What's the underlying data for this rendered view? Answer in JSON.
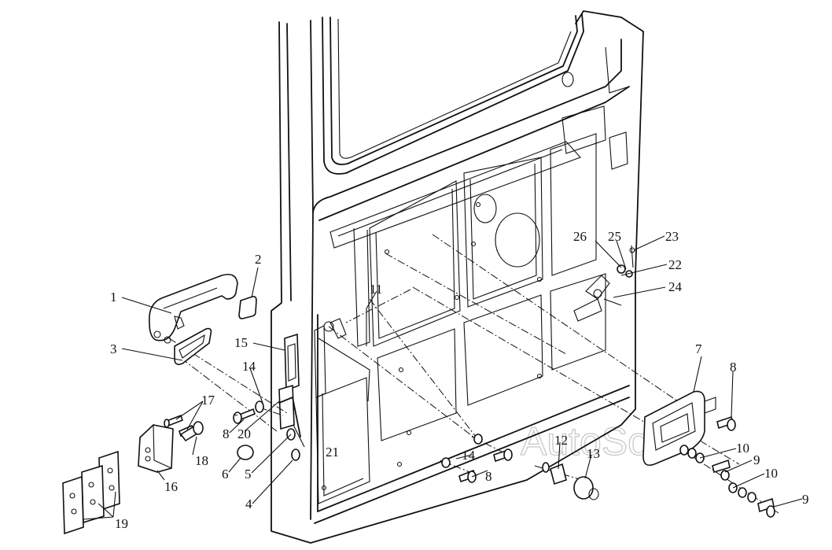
{
  "diagram": {
    "watermark": "AutoSoft",
    "labels": {
      "l1": "1",
      "l2": "2",
      "l3": "3",
      "l4": "4",
      "l5": "5",
      "l6": "6",
      "l7": "7",
      "l8a": "8",
      "l8b": "8",
      "l8c": "8",
      "l9a": "9",
      "l9b": "9",
      "l10a": "10",
      "l10b": "10",
      "l11": "11",
      "l12": "12",
      "l13": "13",
      "l14a": "14",
      "l14b": "14",
      "l15": "15",
      "l16": "16",
      "l17": "17",
      "l18": "18",
      "l19": "19",
      "l20": "20",
      "l21": "21",
      "l22": "22",
      "l23": "23",
      "l24": "24",
      "l25": "25",
      "l26": "26"
    }
  }
}
